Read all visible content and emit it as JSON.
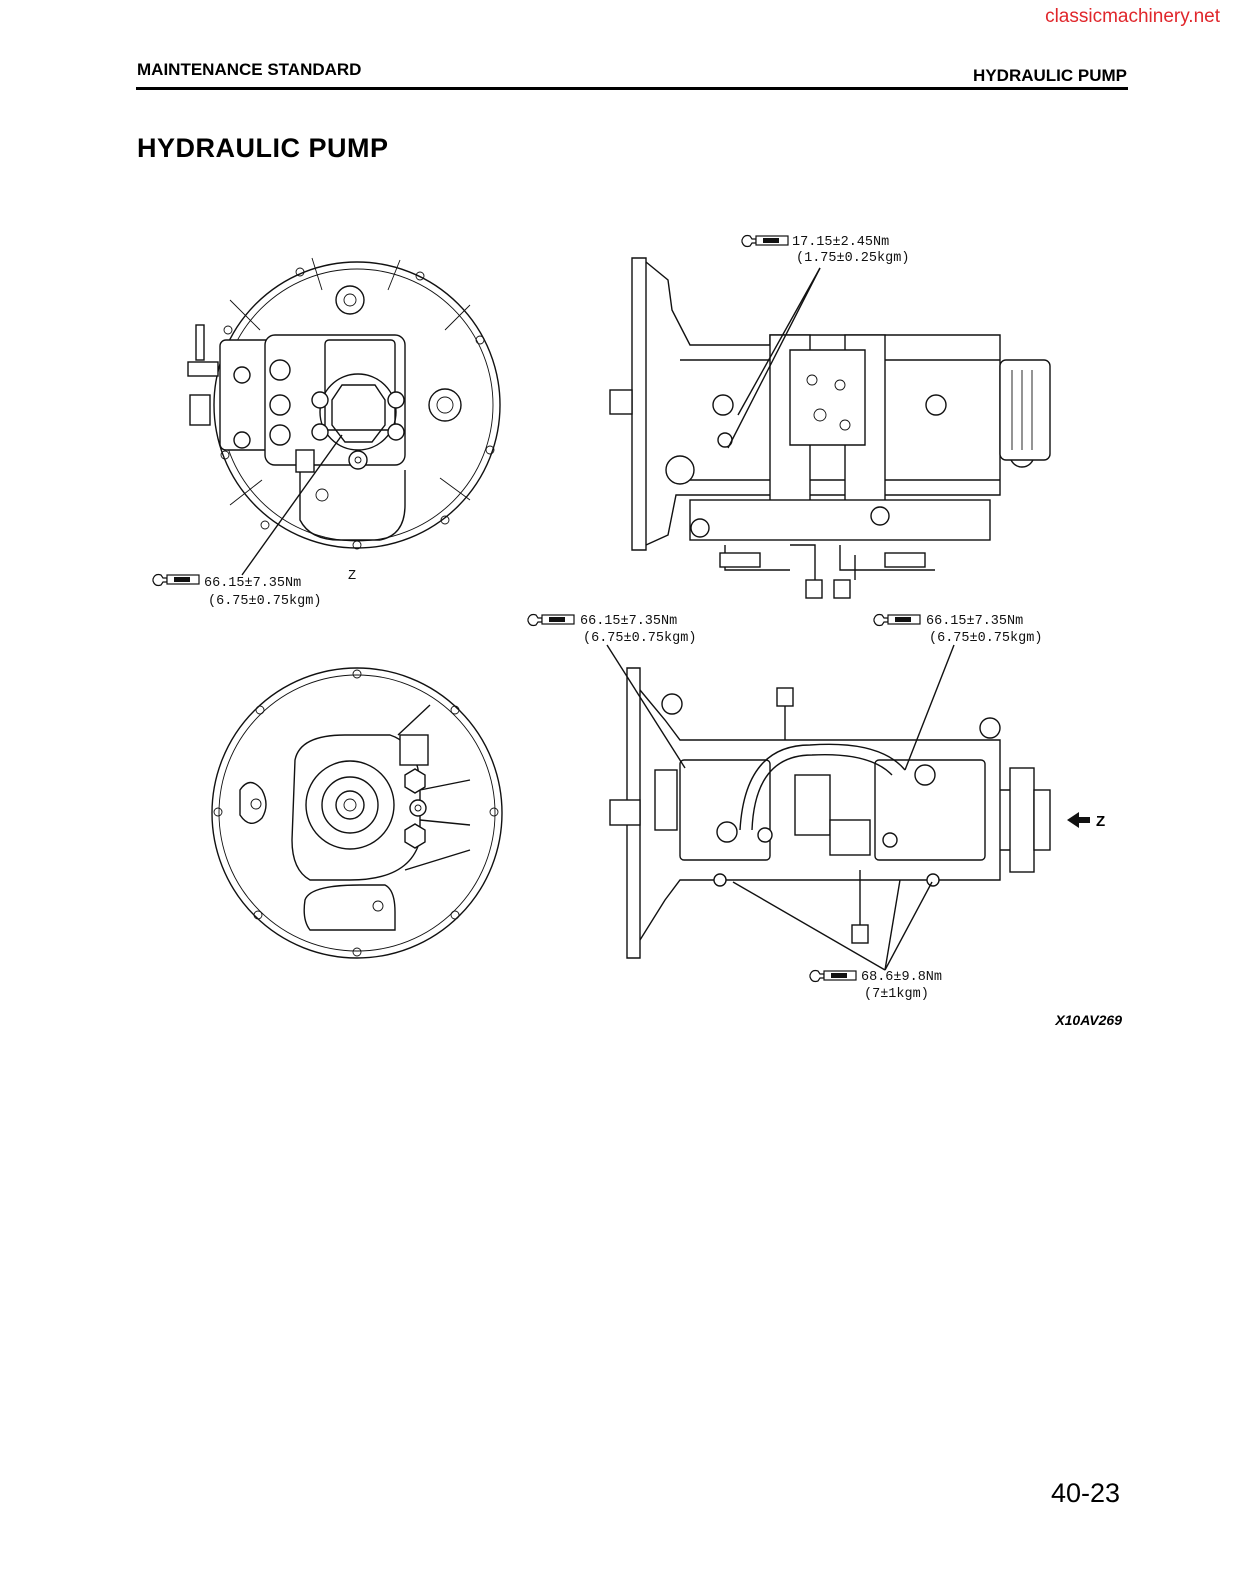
{
  "watermark": "classicmachinery.net",
  "header": {
    "section": "MAINTENANCE STANDARD",
    "topic": "HYDRAULIC PUMP"
  },
  "title": "HYDRAULIC PUMP",
  "figure": {
    "code": "X10AV269",
    "view_marker": "Z",
    "arrow_marker": "Z",
    "torque_icon": "wrench-kgm-icon",
    "torques": [
      {
        "nm": "17.15±2.45Nm",
        "kgm": "(1.75±0.25kgm)"
      },
      {
        "nm": "66.15±7.35Nm",
        "kgm": "(6.75±0.75kgm)"
      },
      {
        "nm": "66.15±7.35Nm",
        "kgm": "(6.75±0.75kgm)"
      },
      {
        "nm": "66.15±7.35Nm",
        "kgm": "(6.75±0.75kgm)"
      },
      {
        "nm": "68.6±9.8Nm",
        "kgm": "(7±1kgm)"
      }
    ]
  },
  "page_number": "40-23"
}
